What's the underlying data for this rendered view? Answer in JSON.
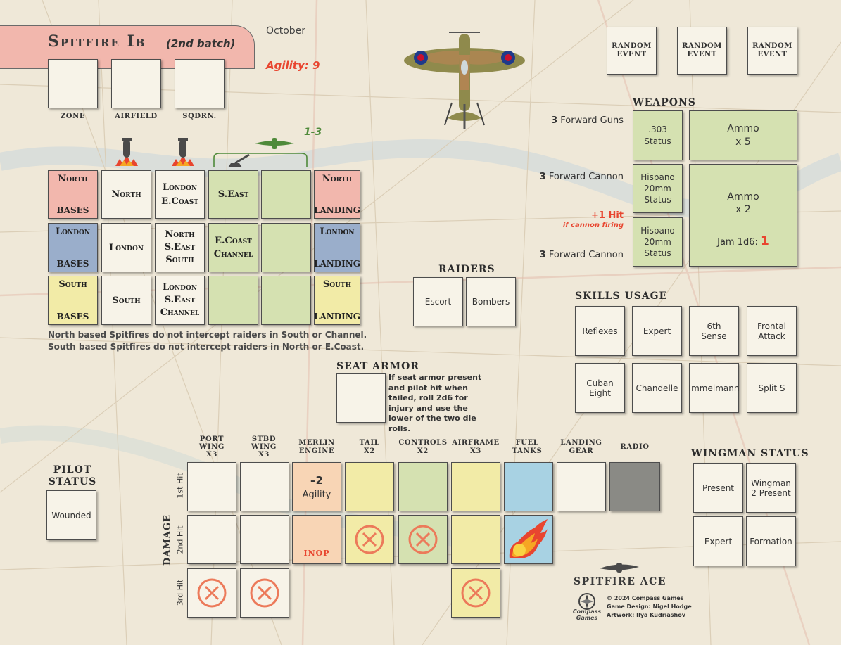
{
  "aircraft": {
    "name": "Spitfire Ib",
    "batch": "(2nd batch)",
    "month": "October",
    "agility_label": "Agility: 9"
  },
  "top_slots": [
    "Zone",
    "Airfield",
    "Sqdrn."
  ],
  "random_events": [
    "Random Event",
    "Random Event",
    "Random Event"
  ],
  "flak_label": "1-3",
  "map_grid": {
    "rows": [
      {
        "base_top": "North",
        "base_bottom": "Bases",
        "zone": "North",
        "targets": "London\nE.Coast",
        "sector": "S.East",
        "extra": "",
        "land_top": "North",
        "land_bottom": "Landing"
      },
      {
        "base_top": "London",
        "base_bottom": "Bases",
        "zone": "London",
        "targets": "North\nS.East\nSouth",
        "sector": "E.Coast\nChannel",
        "extra": "",
        "land_top": "London",
        "land_bottom": "Landing"
      },
      {
        "base_top": "South",
        "base_bottom": "Bases",
        "zone": "South",
        "targets": "London\nS.East\nChannel",
        "sector": "",
        "extra": "",
        "land_top": "South",
        "land_bottom": "Landing"
      }
    ],
    "notes": [
      "North based Spitfires do not intercept raiders in South or Channel.",
      "South based Spitfires do not intercept raiders in North or E.Coast."
    ]
  },
  "weapons": {
    "title": "Weapons",
    "guns_count": "3",
    "guns_label": "Forward Guns",
    "guns_status": ".303\nStatus",
    "guns_ammo": "Ammo\nx 5",
    "cannon_count": "3",
    "cannon_label": "Forward Cannon",
    "cannon1_status": "Hispano\n20mm\nStatus",
    "cannon2_status": "Hispano\n20mm\nStatus",
    "cannon_ammo": "Ammo\nx 2",
    "jam_label": "Jam 1d6:",
    "jam_value": "1",
    "hit_bonus": "+1 Hit",
    "hit_bonus_note": "if cannon firing"
  },
  "raiders": {
    "title": "Raiders",
    "items": [
      "Escort",
      "Bombers"
    ]
  },
  "skills": {
    "title": "Skills Usage",
    "items": [
      "Reflexes",
      "Expert",
      "6th\nSense",
      "Frontal\nAttack",
      "Cuban\nEight",
      "Chandelle",
      "Immelmann",
      "Split S"
    ]
  },
  "seat_armor": {
    "title": "Seat Armor",
    "text": "If seat armor present and pilot hit when tailed, roll 2d6 for injury and use the lower of the two die rolls."
  },
  "damage": {
    "label": "Damage",
    "rows": [
      "1st Hit",
      "2nd Hit",
      "3rd Hit"
    ],
    "columns": [
      {
        "name": "Port\nWing",
        "mult": "x3"
      },
      {
        "name": "Stbd\nWing",
        "mult": "x3"
      },
      {
        "name": "Merlin\nEngine",
        "mult": ""
      },
      {
        "name": "Tail",
        "mult": "x2"
      },
      {
        "name": "Controls",
        "mult": "x2"
      },
      {
        "name": "Airframe",
        "mult": "x3"
      },
      {
        "name": "Fuel\nTanks",
        "mult": ""
      },
      {
        "name": "Landing\nGear",
        "mult": ""
      },
      {
        "name": "Radio",
        "mult": ""
      }
    ],
    "engine_hit1_value": "–2",
    "engine_hit1_label": "Agility",
    "engine_hit2_label": "INOP"
  },
  "pilot": {
    "title": "Pilot\nStatus",
    "status": "Wounded"
  },
  "wingman": {
    "title": "Wingman Status",
    "items": [
      "Present",
      "Wingman\n2 Present",
      "Expert",
      "Formation"
    ]
  },
  "credits": {
    "game": "Spitfire Ace",
    "copyright": "© 2024 Compass Games",
    "design": "Game Design: Nigel Hodge",
    "art": "Artwork: Ilya Kudriashov",
    "publisher": "Compass\nGames"
  },
  "colors": {
    "accent_red": "#e8452f",
    "flak_green": "#4f8a3a",
    "header_pink": "#f2b7ad"
  }
}
